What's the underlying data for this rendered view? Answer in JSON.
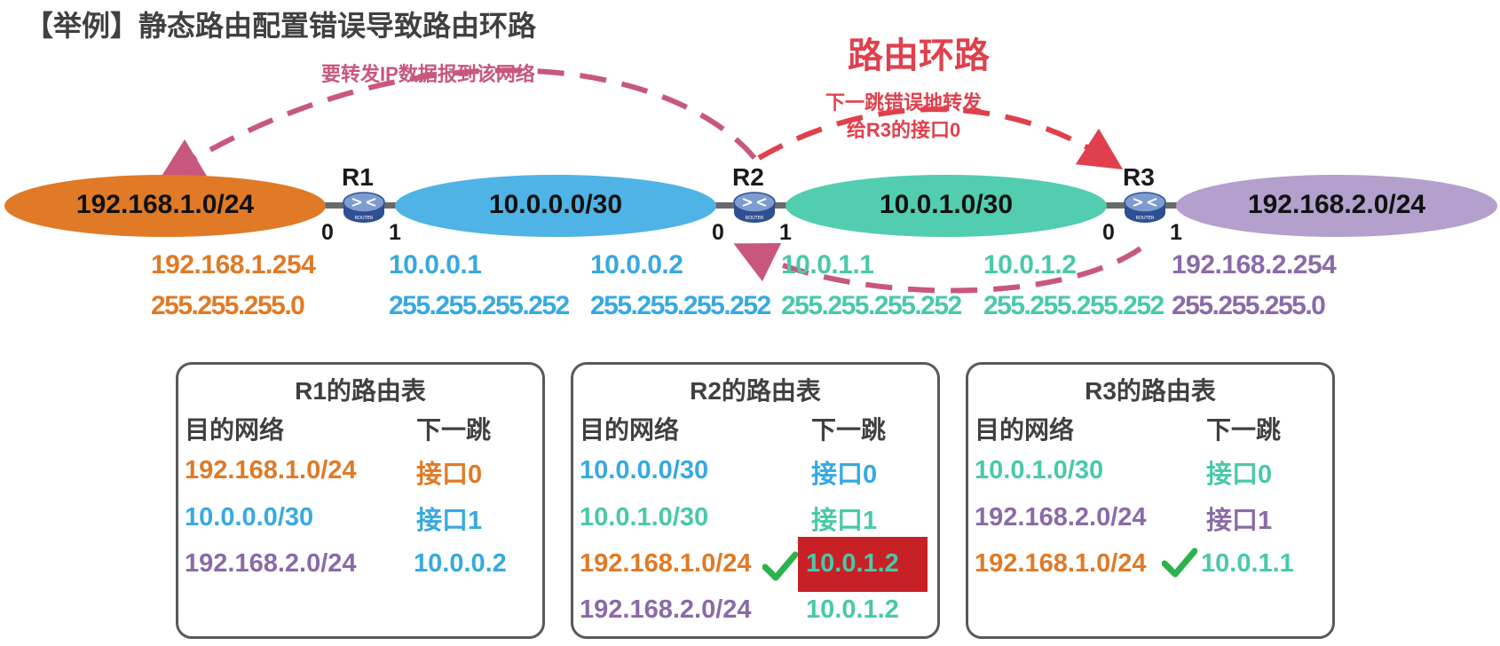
{
  "title": "【举例】静态路由配置错误导致路由环路",
  "loop_title": "路由环路",
  "annotation_forward": "要转发IP数据报到该网络",
  "annotation_wrong_hop": [
    "下一跳错误地转发",
    "给R3的接口0"
  ],
  "colors": {
    "orange": "#e07a26",
    "blue": "#36a9e1",
    "teal": "#48c9a9",
    "purple": "#8a6aa8",
    "loop_red": "#e0404d",
    "arrow_pink": "#c8577e",
    "highlight": "#c82027"
  },
  "networks": [
    {
      "label": "192.168.1.0/24",
      "color": "#e07a26"
    },
    {
      "label": "10.0.0.0/30",
      "color": "#4fb3e6"
    },
    {
      "label": "10.0.1.0/30",
      "color": "#52cdb0"
    },
    {
      "label": "192.168.2.0/24",
      "color": "#b3a0cc"
    }
  ],
  "routers": [
    {
      "name": "R1",
      "icon": "router-icon",
      "port_left": "0",
      "port_right": "1"
    },
    {
      "name": "R2",
      "icon": "router-icon",
      "port_left": "0",
      "port_right": "1"
    },
    {
      "name": "R3",
      "icon": "router-icon",
      "port_left": "0",
      "port_right": "1"
    }
  ],
  "interfaces": [
    {
      "ip": "192.168.1.254",
      "mask": "255.255.255.0",
      "color": "#e07a26"
    },
    {
      "ip": "10.0.0.1",
      "mask": "255.255.255.252",
      "color": "#36a9e1"
    },
    {
      "ip": "10.0.0.2",
      "mask": "255.255.255.252",
      "color": "#36a9e1"
    },
    {
      "ip": "10.0.1.1",
      "mask": "255.255.255.252",
      "color": "#48c9a9"
    },
    {
      "ip": "10.0.1.2",
      "mask": "255.255.255.252",
      "color": "#48c9a9"
    },
    {
      "ip": "192.168.2.254",
      "mask": "255.255.255.0",
      "color": "#8a6aa8"
    }
  ],
  "tables": [
    {
      "title": "R1的路由表",
      "col_dest": "目的网络",
      "col_next": "下一跳",
      "rows": [
        {
          "dest": "192.168.1.0/24",
          "next": "接口0",
          "dest_color": "#e07a26",
          "next_color": "#e07a26",
          "check": false,
          "highlight": false
        },
        {
          "dest": "10.0.0.0/30",
          "next": "接口1",
          "dest_color": "#36a9e1",
          "next_color": "#36a9e1",
          "check": false,
          "highlight": false
        },
        {
          "dest": "192.168.2.0/24",
          "next": "10.0.0.2",
          "dest_color": "#8a6aa8",
          "next_color": "#36a9e1",
          "check": false,
          "highlight": false
        }
      ]
    },
    {
      "title": "R2的路由表",
      "col_dest": "目的网络",
      "col_next": "下一跳",
      "rows": [
        {
          "dest": "10.0.0.0/30",
          "next": "接口0",
          "dest_color": "#36a9e1",
          "next_color": "#36a9e1",
          "check": false,
          "highlight": false
        },
        {
          "dest": "10.0.1.0/30",
          "next": "接口1",
          "dest_color": "#48c9a9",
          "next_color": "#48c9a9",
          "check": false,
          "highlight": false
        },
        {
          "dest": "192.168.1.0/24",
          "next": "10.0.1.2",
          "dest_color": "#e07a26",
          "next_color": "#48c9a9",
          "check": true,
          "highlight": true
        },
        {
          "dest": "192.168.2.0/24",
          "next": "10.0.1.2",
          "dest_color": "#8a6aa8",
          "next_color": "#48c9a9",
          "check": false,
          "highlight": false
        }
      ]
    },
    {
      "title": "R3的路由表",
      "col_dest": "目的网络",
      "col_next": "下一跳",
      "rows": [
        {
          "dest": "10.0.1.0/30",
          "next": "接口0",
          "dest_color": "#48c9a9",
          "next_color": "#48c9a9",
          "check": false,
          "highlight": false
        },
        {
          "dest": "192.168.2.0/24",
          "next": "接口1",
          "dest_color": "#8a6aa8",
          "next_color": "#8a6aa8",
          "check": false,
          "highlight": false
        },
        {
          "dest": "192.168.1.0/24",
          "next": "10.0.1.1",
          "dest_color": "#e07a26",
          "next_color": "#48c9a9",
          "check": true,
          "highlight": false
        }
      ]
    }
  ]
}
